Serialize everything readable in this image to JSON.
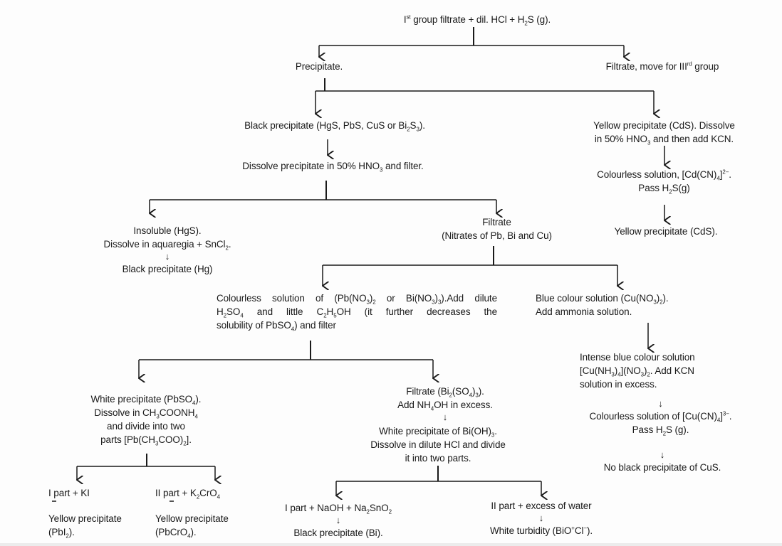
{
  "diagram": {
    "title": "Group II cation analysis flowchart",
    "colors": {
      "ink": "#1a1a1a",
      "background": "#fdfdfd"
    },
    "nodes": {
      "start": {
        "lines": [
          "I<sup>st</sup> group filtrate + dil. HCl + H<sub>2</sub>S (g)."
        ]
      },
      "precipitate": {
        "lines": [
          "Precipitate."
        ]
      },
      "filtrate_group3": {
        "lines": [
          "Filtrate, move for III<sup>rd</sup> group"
        ]
      },
      "black_ppt": {
        "lines": [
          "Black precipitate (HgS, PbS, CuS or Bi<sub>2</sub>S<sub>3</sub>)."
        ]
      },
      "dissolve_hno3": {
        "lines": [
          "Dissolve precipitate in 50% HNO<sub>3</sub> and filter."
        ]
      },
      "yellow_cds": {
        "lines": [
          "Yellow precipitate (CdS). Dissolve",
          "in 50% HNO<sub>3</sub> and then add KCN."
        ]
      },
      "colourless_cd": {
        "lines": [
          "Colourless solution, [Cd(CN)<sub>4</sub>]<sup>2−</sup>.",
          "Pass H<sub>2</sub>S(g)"
        ]
      },
      "yellow_cds_final": {
        "lines": [
          "Yellow precipitate (CdS)."
        ]
      },
      "insoluble_hgs": {
        "lines": [
          "Insoluble (HgS).",
          "Dissolve in aquaregia + SnCl<sub>2</sub>."
        ],
        "arrow": "↓",
        "result": "Black precipitate (Hg)"
      },
      "filtrate_nitrates": {
        "lines": [
          "Filtrate",
          "(Nitrates of Pb, Bi and Cu)"
        ]
      },
      "colourless_pb_bi": {
        "lines": [
          "Colourless solution of (Pb(NO<sub>3</sub>)<sub>2</sub> or Bi(NO<sub>3</sub>)<sub>3</sub>).Add dilute",
          "H<sub>2</sub>SO<sub>4</sub> and little C<sub>2</sub>H<sub>5</sub>OH (it further decreases the",
          "solubility of PbSO<sub>4</sub>) and filter"
        ]
      },
      "blue_cu": {
        "lines": [
          "Blue colour solution (Cu(NO<sub>3</sub>)<sub>2</sub>).",
          "Add ammonia solution."
        ]
      },
      "intense_blue": {
        "lines": [
          "Intense blue colour solution",
          "[Cu(NH<sub>3</sub>)<sub>4</sub>](NO<sub>3</sub>)<sub>2</sub>. Add KCN",
          "solution in excess."
        ]
      },
      "colourless_cu": {
        "arrow": "↓",
        "lines": [
          "Colourless solution of [Cu(CN)<sub>4</sub>]<sup>3−</sup>.",
          "Pass H<sub>2</sub>S (g)."
        ]
      },
      "no_black_cus": {
        "arrow": "↓",
        "lines": [
          "No black precipitate of CuS."
        ]
      },
      "white_pbso4": {
        "lines": [
          "White precipitate (PbSO<sub>4</sub>).",
          "Dissolve in CH<sub>3</sub>COONH<sub>4</sub>",
          "and divide into two",
          "parts [Pb(CH<sub>3</sub>COO)<sub>2</sub>]."
        ]
      },
      "filtrate_bi": {
        "lines": [
          "Filtrate (Bi<sub>2</sub>(SO<sub>4</sub>)<sub>3</sub>).",
          "Add NH<sub>4</sub>OH in excess."
        ],
        "arrow": "↓"
      },
      "white_bioh3": {
        "lines": [
          "White precipitate of Bi(OH)<sub>3</sub>.",
          "Dissolve in dilute HCl and divide",
          "it into two parts."
        ]
      },
      "pb_part1": {
        "lines": [
          "I part + KI"
        ]
      },
      "pb_part2": {
        "lines": [
          "II part + K<sub>2</sub>CrO<sub>4</sub>"
        ]
      },
      "pb_part1_result": {
        "lines": [
          "Yellow precipitate",
          "(PbI<sub>2</sub>)."
        ]
      },
      "pb_part2_result": {
        "lines": [
          "Yellow precipitate",
          "(PbCrO<sub>4</sub>)."
        ]
      },
      "bi_part1": {
        "lines": [
          "I part + NaOH + Na<sub>2</sub>SnO<sub>2</sub>"
        ],
        "arrow": "↓",
        "result": "Black precipitate (Bi)."
      },
      "bi_part2": {
        "lines": [
          "II part + excess of water"
        ],
        "arrow": "↓",
        "result": "White turbidity (BiO<sup>+</sup>Cl<sup>−</sup>)."
      }
    }
  }
}
